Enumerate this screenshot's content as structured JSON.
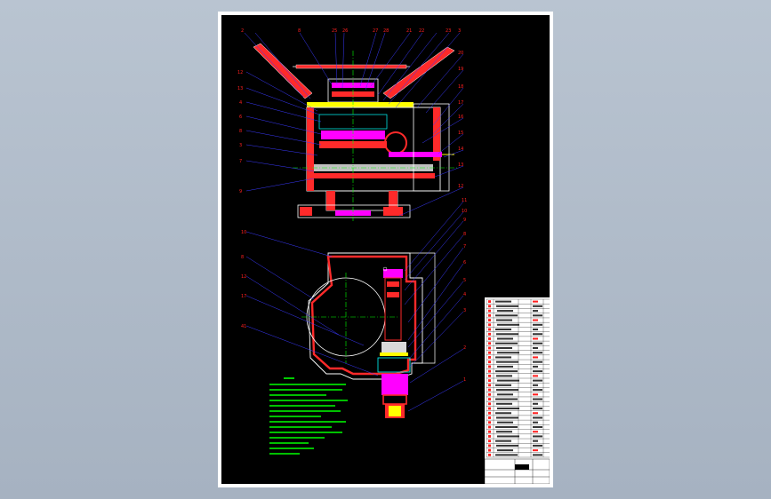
{
  "colors": {
    "background": "#aab6c4",
    "sheet_border": "#ffffff",
    "drawing_background": "#000000",
    "leader": "#3a3aff",
    "outline_white": "#ffffff",
    "centerline": "#00ff00",
    "hatch": "#ff2a2a",
    "magenta": "#ff00ff",
    "cyan": "#00ffff",
    "yellow": "#ffff00",
    "label": "#ff2020",
    "tech_notes": "#00ff00"
  },
  "top_view_labels": {
    "left": [
      "12",
      "13",
      "4",
      "6",
      "8",
      "3",
      "7",
      "9"
    ],
    "top": [
      "2",
      "8",
      "25",
      "26",
      "27",
      "28",
      "21",
      "22",
      "23",
      "3"
    ],
    "right": [
      "20",
      "19",
      "18",
      "17",
      "16",
      "15",
      "14",
      "13",
      "12"
    ]
  },
  "bottom_view_labels": {
    "left": [
      "10",
      "8",
      "12",
      "17",
      "41"
    ],
    "right": [
      "11",
      "10",
      "9",
      "8",
      "7",
      "6",
      "5",
      "4",
      "3",
      "2",
      "1"
    ]
  }
}
